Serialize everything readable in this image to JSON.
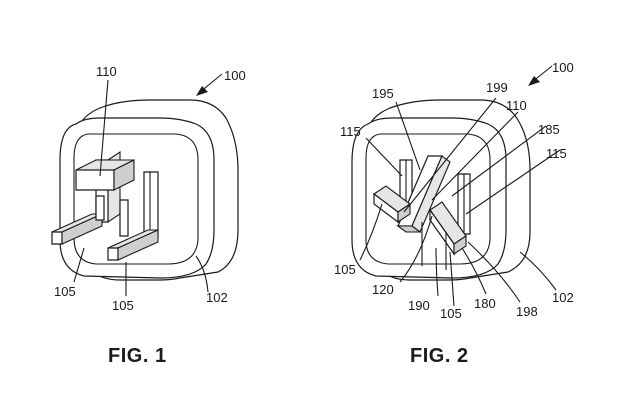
{
  "figure1": {
    "caption": "FIG. 1",
    "labels": {
      "assembly": "100",
      "pin_top": "110",
      "pin_left": "105",
      "pin_right": "105",
      "body": "102"
    }
  },
  "figure2": {
    "caption": "FIG. 2",
    "labels": {
      "assembly": "100",
      "l195": "195",
      "l199": "199",
      "l110": "110",
      "l115_left": "115",
      "l185": "185",
      "l115_right": "115",
      "l105_left": "105",
      "l120": "120",
      "l190": "190",
      "l105_mid": "105",
      "l180": "180",
      "l198": "198",
      "l102": "102"
    }
  }
}
